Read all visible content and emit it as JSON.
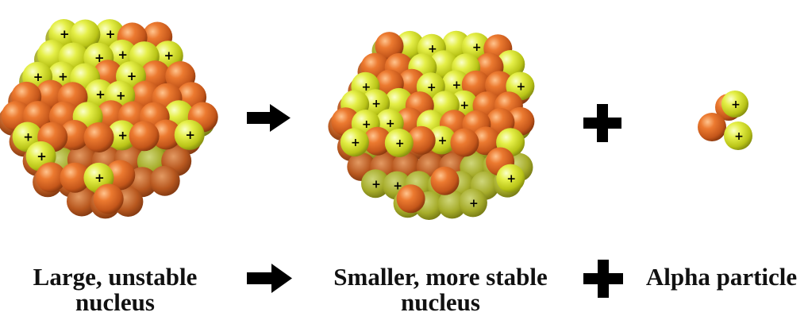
{
  "diagram": {
    "labels": {
      "large_line1": "Large, unstable",
      "large_line2": "nucleus",
      "smaller_line1": "Smaller, more stable",
      "smaller_line2": "nucleus",
      "alpha": "Alpha particle"
    },
    "colors": {
      "proton": "#d9e63a",
      "neutron": "#e8742b",
      "symbol": "#000000"
    },
    "particle_symbol": "+",
    "icons": [
      "arrow-right-icon",
      "plus-icon"
    ]
  }
}
